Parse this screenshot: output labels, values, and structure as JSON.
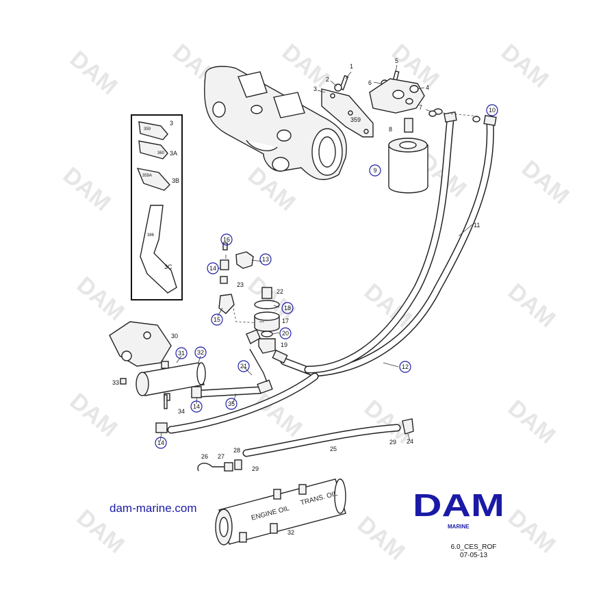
{
  "watermark": "DAM",
  "website": "dam-marine.com",
  "logo": {
    "text": "DAM",
    "subtext": "MARINE",
    "color": "#1a1aa6"
  },
  "reference": {
    "code": "6.0_CES_ROF",
    "date": "07-05-13"
  },
  "cooler_labels": {
    "engine_oil": "ENGINE OIL",
    "trans_oil": "TRANS. OIL"
  },
  "part_stamps": {
    "bracket_3": "359",
    "inset_3": "359",
    "inset_3a": "360",
    "inset_3b": "359A",
    "inset_3c": "386"
  },
  "inset_labels": {
    "l3": "3",
    "l3a": "3A",
    "l3b": "3B",
    "l3c": "3C"
  },
  "labels": {
    "p1": "1",
    "p2": "2",
    "p3": "3",
    "p4": "4",
    "p5": "5",
    "p6": "6",
    "p7": "7",
    "p8": "8",
    "p11": "11",
    "p17": "17",
    "p19": "19",
    "p22": "22",
    "p23": "23",
    "p24": "24",
    "p25": "25",
    "p26": "26",
    "p27": "27",
    "p28": "28",
    "p29a": "29",
    "p29b": "29",
    "p30": "30",
    "p32b": "32",
    "p33": "33",
    "p34": "34"
  },
  "circled_labels": {
    "c9": "9",
    "c10": "10",
    "c12": "12",
    "c13": "13",
    "c14a": "14",
    "c14b": "14",
    "c14c": "14",
    "c15": "15",
    "c16": "16",
    "c18": "18",
    "c20": "20",
    "c21": "21",
    "c31": "31",
    "c32": "32",
    "c35": "35"
  },
  "colors": {
    "circle": "#1a1aa6",
    "watermark": "#e6e6e6",
    "line": "#222222"
  }
}
